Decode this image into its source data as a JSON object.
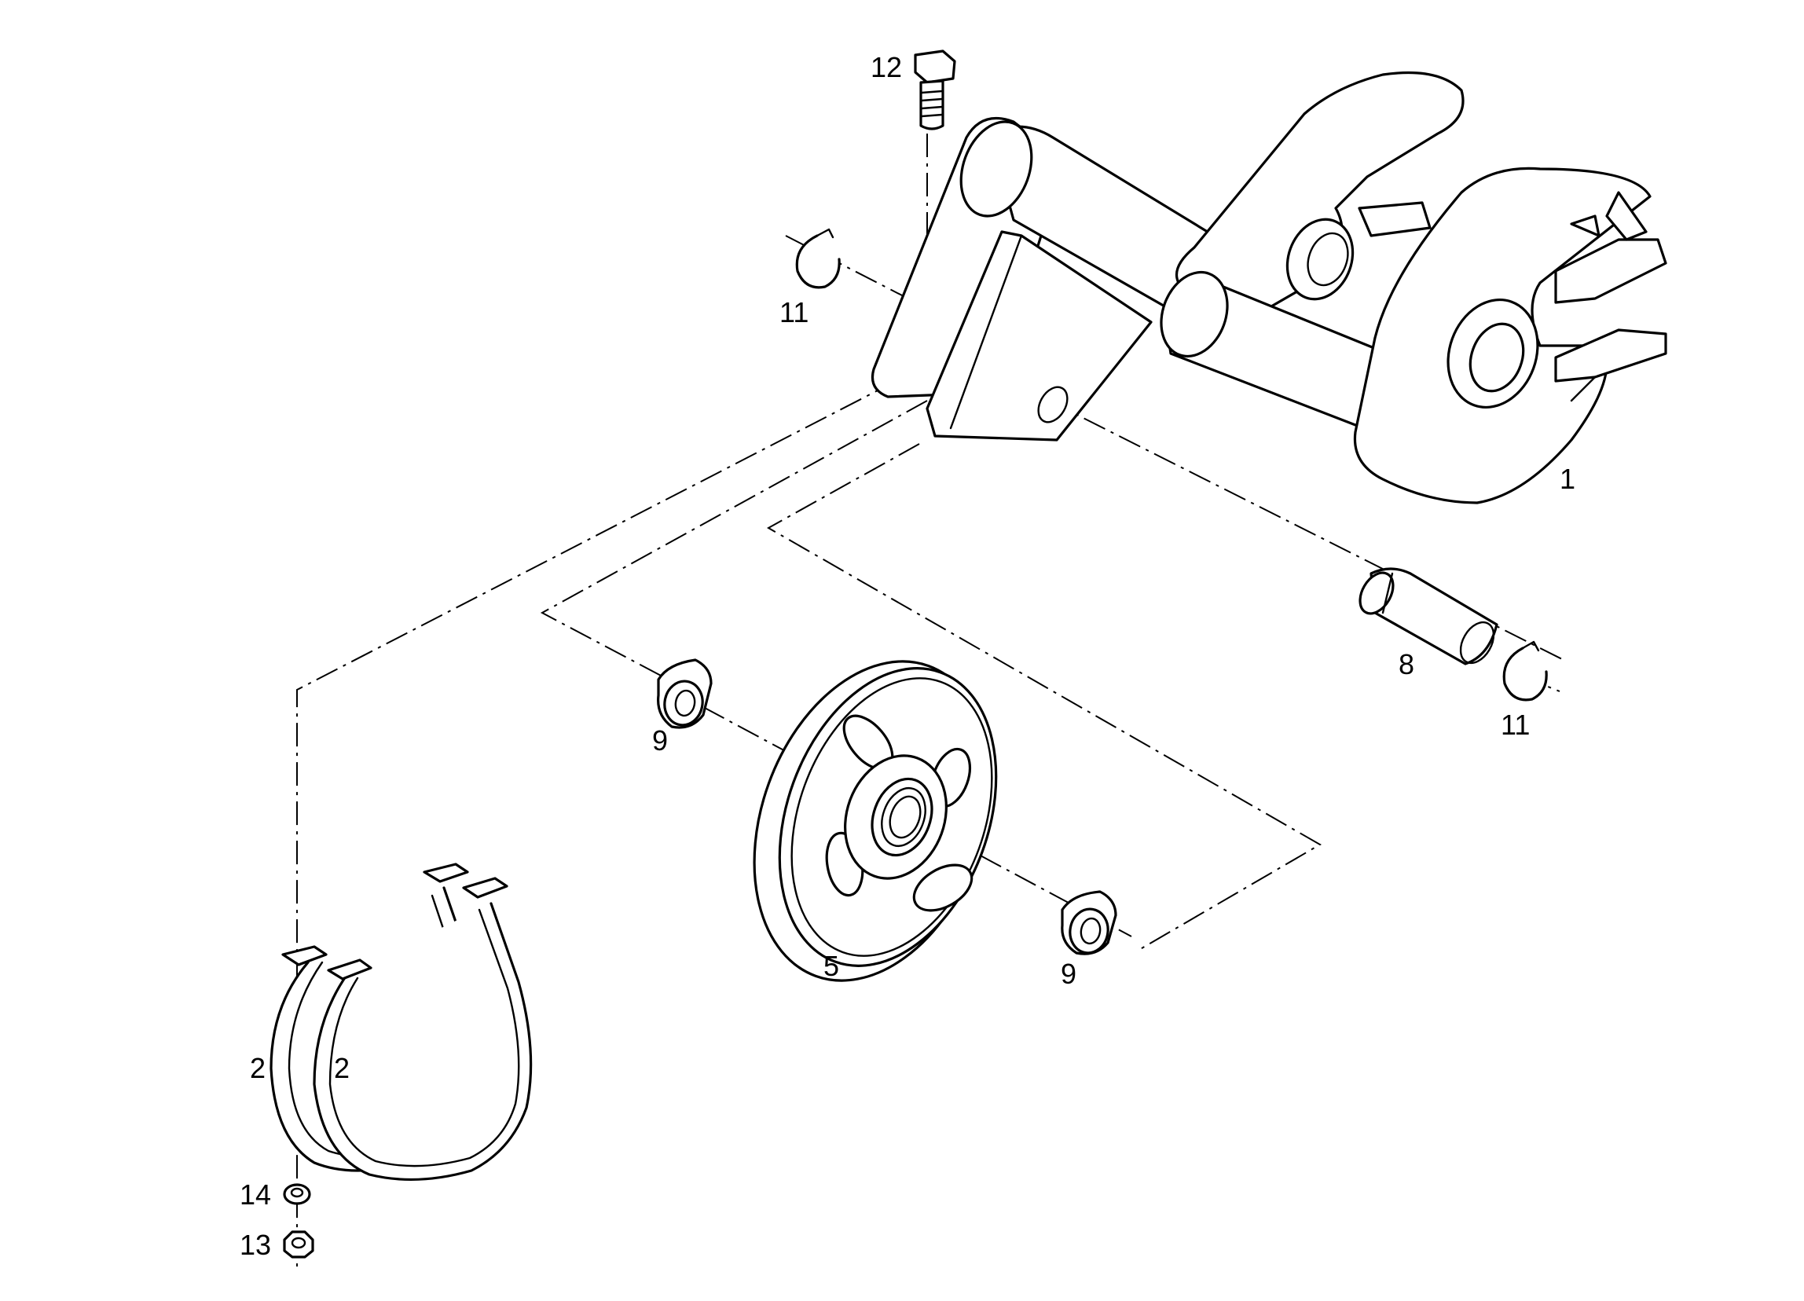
{
  "labels": {
    "p1": "1",
    "p2a": "2",
    "p2b": "2",
    "p5": "5",
    "p8": "8",
    "p9a": "9",
    "p9b": "9",
    "p11a": "11",
    "p11b": "11",
    "p12": "12",
    "p13": "13",
    "p14": "14"
  },
  "colors": {
    "line": "#000000",
    "background": "#ffffff"
  }
}
